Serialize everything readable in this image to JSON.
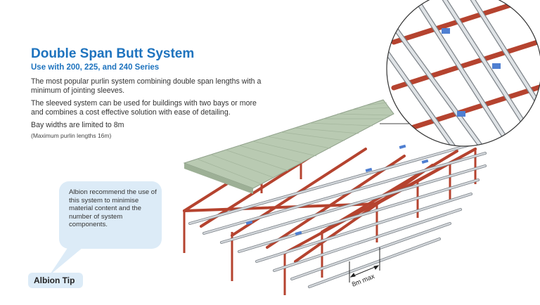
{
  "heading": {
    "title": "Double Span Butt System",
    "subtitle": "Use with 200, 225, and 240 Series"
  },
  "body": {
    "para1": "The most popular purlin system combining double span lengths with a minimum of jointing sleeves.",
    "para2": "The sleeved system can be used for buildings with two bays or more and combines a cost effective solution with ease of detailing.",
    "para3": "Bay widths are limited to 8m",
    "note": "(Maximum purlin lengths 16m)"
  },
  "tip": {
    "bubble_text": "Albion recommend the use of this system to minimise material content and the number of system components.",
    "badge": "Albion Tip"
  },
  "diagram": {
    "dimension_label": "8m max",
    "colors": {
      "rafter": "#b5432f",
      "purlin": "#c9ced3",
      "purlin_edge": "#7d8389",
      "sleeve": "#4f7fd1",
      "roof": "#b9cab2",
      "accent": "#1e73be"
    }
  }
}
